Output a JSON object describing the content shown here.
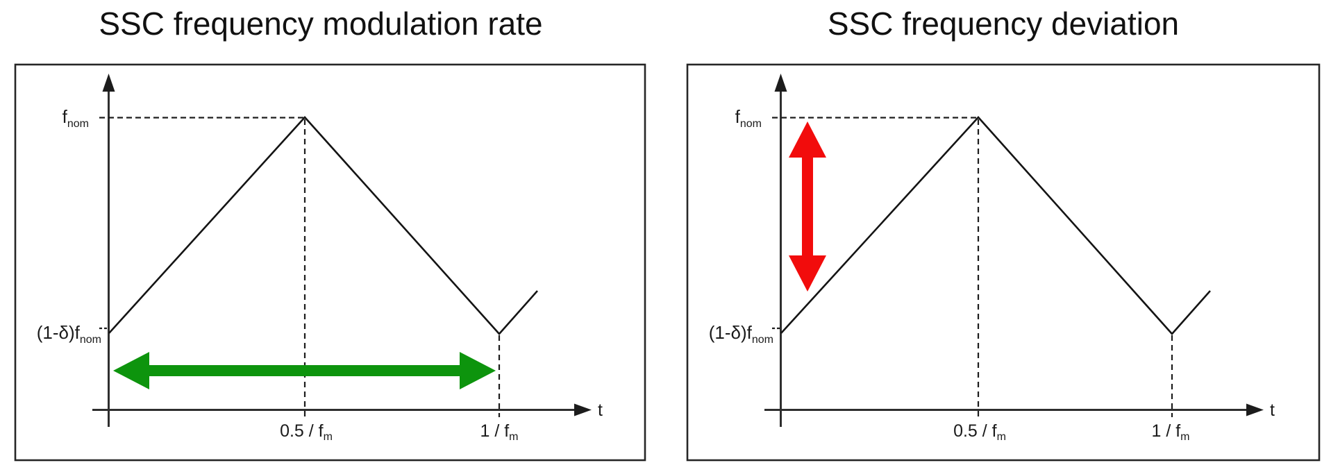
{
  "figure": {
    "background": "#ffffff",
    "colors": {
      "line": "#1c1c1c",
      "green_arrow": "#0d940d",
      "red_arrow": "#f20c0c"
    },
    "panels": [
      {
        "title": "SSC frequency modulation rate",
        "labels": {
          "fnom": {
            "base": "f",
            "sub": "nom"
          },
          "fdev": {
            "base": "(1-δ)f",
            "sub": "nom"
          },
          "xmid": {
            "base": "0.5 / f",
            "sub": "m"
          },
          "xend": {
            "base": "1 / f",
            "sub": "m"
          },
          "xaxis": "t"
        },
        "arrow": {
          "orientation": "horizontal",
          "color": "#0d940d"
        }
      },
      {
        "title": "SSC frequency deviation",
        "labels": {
          "fnom": {
            "base": "f",
            "sub": "nom"
          },
          "fdev": {
            "base": "(1-δ)f",
            "sub": "nom"
          },
          "xmid": {
            "base": "0.5 / f",
            "sub": "m"
          },
          "xend": {
            "base": "1 / f",
            "sub": "m"
          },
          "xaxis": "t"
        },
        "arrow": {
          "orientation": "vertical",
          "color": "#f20c0c"
        }
      }
    ]
  },
  "chart_data": [
    {
      "type": "line",
      "title": "SSC frequency modulation rate",
      "xlabel": "t",
      "x_ticks": [
        "0.5 / fm",
        "1 / fm"
      ],
      "y_ticks": [
        "fnom",
        "(1-δ)fnom"
      ],
      "series": [
        {
          "name": "triangular SSC frequency vs time",
          "points": [
            {
              "t": "0",
              "f": "(1-δ)fnom"
            },
            {
              "t": "0.5 / fm",
              "f": "fnom"
            },
            {
              "t": "1 / fm",
              "f": "(1-δ)fnom"
            },
            {
              "t": ">1 / fm",
              "f": "rising (next cycle)"
            }
          ]
        }
      ],
      "annotations": [
        "green horizontal double-headed arrow spanning t = 0 to t = 1 / fm"
      ],
      "grid": false,
      "legend": false
    },
    {
      "type": "line",
      "title": "SSC frequency deviation",
      "xlabel": "t",
      "x_ticks": [
        "0.5 / fm",
        "1 / fm"
      ],
      "y_ticks": [
        "fnom",
        "(1-δ)fnom"
      ],
      "series": [
        {
          "name": "triangular SSC frequency vs time",
          "points": [
            {
              "t": "0",
              "f": "(1-δ)fnom"
            },
            {
              "t": "0.5 / fm",
              "f": "fnom"
            },
            {
              "t": "1 / fm",
              "f": "(1-δ)fnom"
            },
            {
              "t": ">1 / fm",
              "f": "rising (next cycle)"
            }
          ]
        }
      ],
      "annotations": [
        "red vertical double-headed arrow spanning fnom down toward (1-δ)fnom near t = 0"
      ],
      "grid": false,
      "legend": false
    }
  ]
}
